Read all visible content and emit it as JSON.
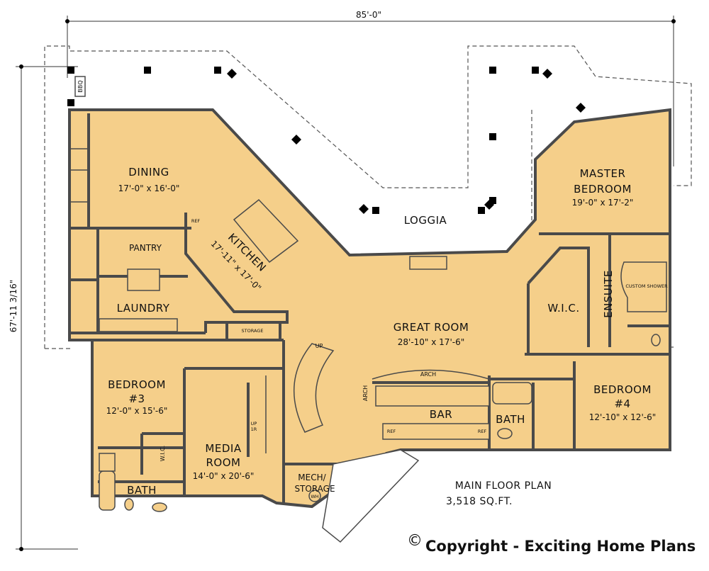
{
  "dimensions": {
    "overall_width": "85'-0\"",
    "overall_depth": "67'-11 3/16\""
  },
  "rooms": {
    "dining": {
      "name": "DINING",
      "size": "17'-0\" x 16'-0\""
    },
    "kitchen": {
      "name": "KITCHEN",
      "size": "17'-11\" x 17'-0\""
    },
    "pantry": {
      "name": "PANTRY"
    },
    "laundry": {
      "name": "LAUNDRY"
    },
    "storage_small": {
      "name": "STORAGE"
    },
    "loggia": {
      "name": "LOGGIA"
    },
    "master": {
      "name_line1": "MASTER",
      "name_line2": "BEDROOM",
      "size": "19'-0\" x 17'-2\""
    },
    "wic_master": {
      "name": "W.I.C."
    },
    "ensuite": {
      "name": "ENSUITE",
      "shower": "CUSTOM SHOWER"
    },
    "great_room": {
      "name": "GREAT ROOM",
      "size": "28'-10\" x 17'-6\""
    },
    "bar": {
      "name": "BAR",
      "arch_top": "ARCH",
      "arch_side": "ARCH"
    },
    "bath_center": {
      "name": "BATH"
    },
    "bedroom4": {
      "name_line1": "BEDROOM",
      "name_line2": "#4",
      "size": "12'-10\" x 12'-6\""
    },
    "bedroom3": {
      "name_line1": "BEDROOM",
      "name_line2": "#3",
      "size": "12'-0\" x 15'-6\""
    },
    "wic_bed3": {
      "name": "W.I.C."
    },
    "bath_left": {
      "name": "BATH"
    },
    "media": {
      "name_line1": "MEDIA",
      "name_line2": "ROOM",
      "size": "14'-0\" x 20'-6\""
    },
    "mech": {
      "name_line1": "MECH/",
      "name_line2": "STORAGE"
    }
  },
  "labels": {
    "bbq": "BBQ",
    "ref_kitchen": "REF",
    "ref_bar1": "REF",
    "ref_bar2": "REF",
    "up_stair": "UP",
    "up_media_line1": "UP",
    "up_media_line2": "1R",
    "wh": "WH"
  },
  "plan_info": {
    "title": "MAIN FLOOR PLAN",
    "area": "3,518 SQ.FT."
  },
  "copyright": {
    "symbol": "©",
    "text": "Copyright - Exciting Home Plans"
  },
  "colors": {
    "room_fill": "#f5cf8a",
    "wall": "#4a4a4a",
    "background": "#ffffff"
  }
}
